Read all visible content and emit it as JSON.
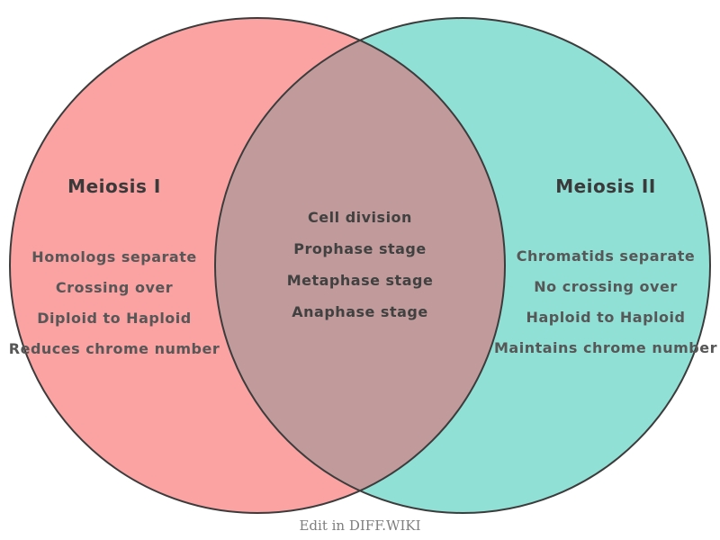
{
  "venn": {
    "left": {
      "title": "Meiosis I",
      "color": "#fba2a2",
      "items": [
        "Homologs separate",
        "Crossing over",
        "Diploid to Haploid",
        "Reduces chrome number"
      ]
    },
    "right": {
      "title": "Meiosis II",
      "color": "#90e0d6",
      "items": [
        "Chromatids separate",
        "No crossing over",
        "Haploid to Haploid",
        "Maintains chrome number"
      ]
    },
    "overlap": {
      "color": "#c19b9b",
      "items": [
        "Cell division",
        "Prophase stage",
        "Metaphase stage",
        "Anaphase stage"
      ]
    },
    "stroke_color": "#3c3c3c",
    "title_color": "#3a3a3a",
    "item_color": "#575757",
    "overlap_item_color": "#414141"
  },
  "footer": {
    "label": "Edit in DIFF.WIKI",
    "color": "#7e7e7e"
  }
}
